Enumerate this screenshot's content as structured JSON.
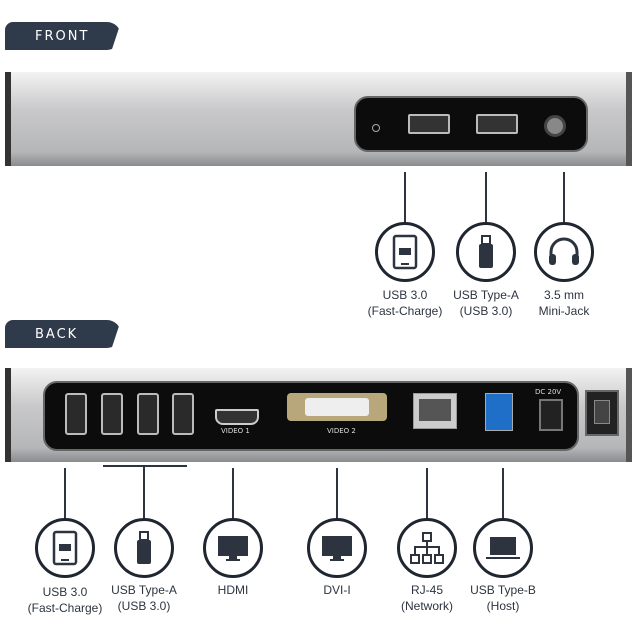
{
  "front": {
    "tab_label": "FRONT",
    "ports": [
      {
        "icon": "tablet-charge-icon",
        "line1": "USB 3.0",
        "line2": "(Fast-Charge)"
      },
      {
        "icon": "usb-drive-icon",
        "line1": "USB Type-A",
        "line2": "(USB 3.0)"
      },
      {
        "icon": "headphones-icon",
        "line1": "3.5 mm",
        "line2": "Mini-Jack"
      }
    ]
  },
  "back": {
    "tab_label": "BACK",
    "panel_labels": {
      "video1": "VIDEO 1",
      "video2": "VIDEO 2",
      "dc": "DC 20V"
    },
    "ports": [
      {
        "icon": "tablet-charge-icon",
        "line1": "USB 3.0",
        "line2": "(Fast-Charge)"
      },
      {
        "icon": "usb-drive-icon",
        "line1": "USB Type-A",
        "line2": "(USB 3.0)"
      },
      {
        "icon": "monitor-icon",
        "line1": "HDMI",
        "line2": ""
      },
      {
        "icon": "monitor-icon",
        "line1": "DVI-I",
        "line2": ""
      },
      {
        "icon": "network-icon",
        "line1": "RJ-45",
        "line2": "(Network)"
      },
      {
        "icon": "laptop-icon",
        "line1": "USB Type-B",
        "line2": "(Host)"
      }
    ]
  },
  "colors": {
    "accent": "#2f3a4a",
    "usb3_blue": "#1f6fc8"
  }
}
